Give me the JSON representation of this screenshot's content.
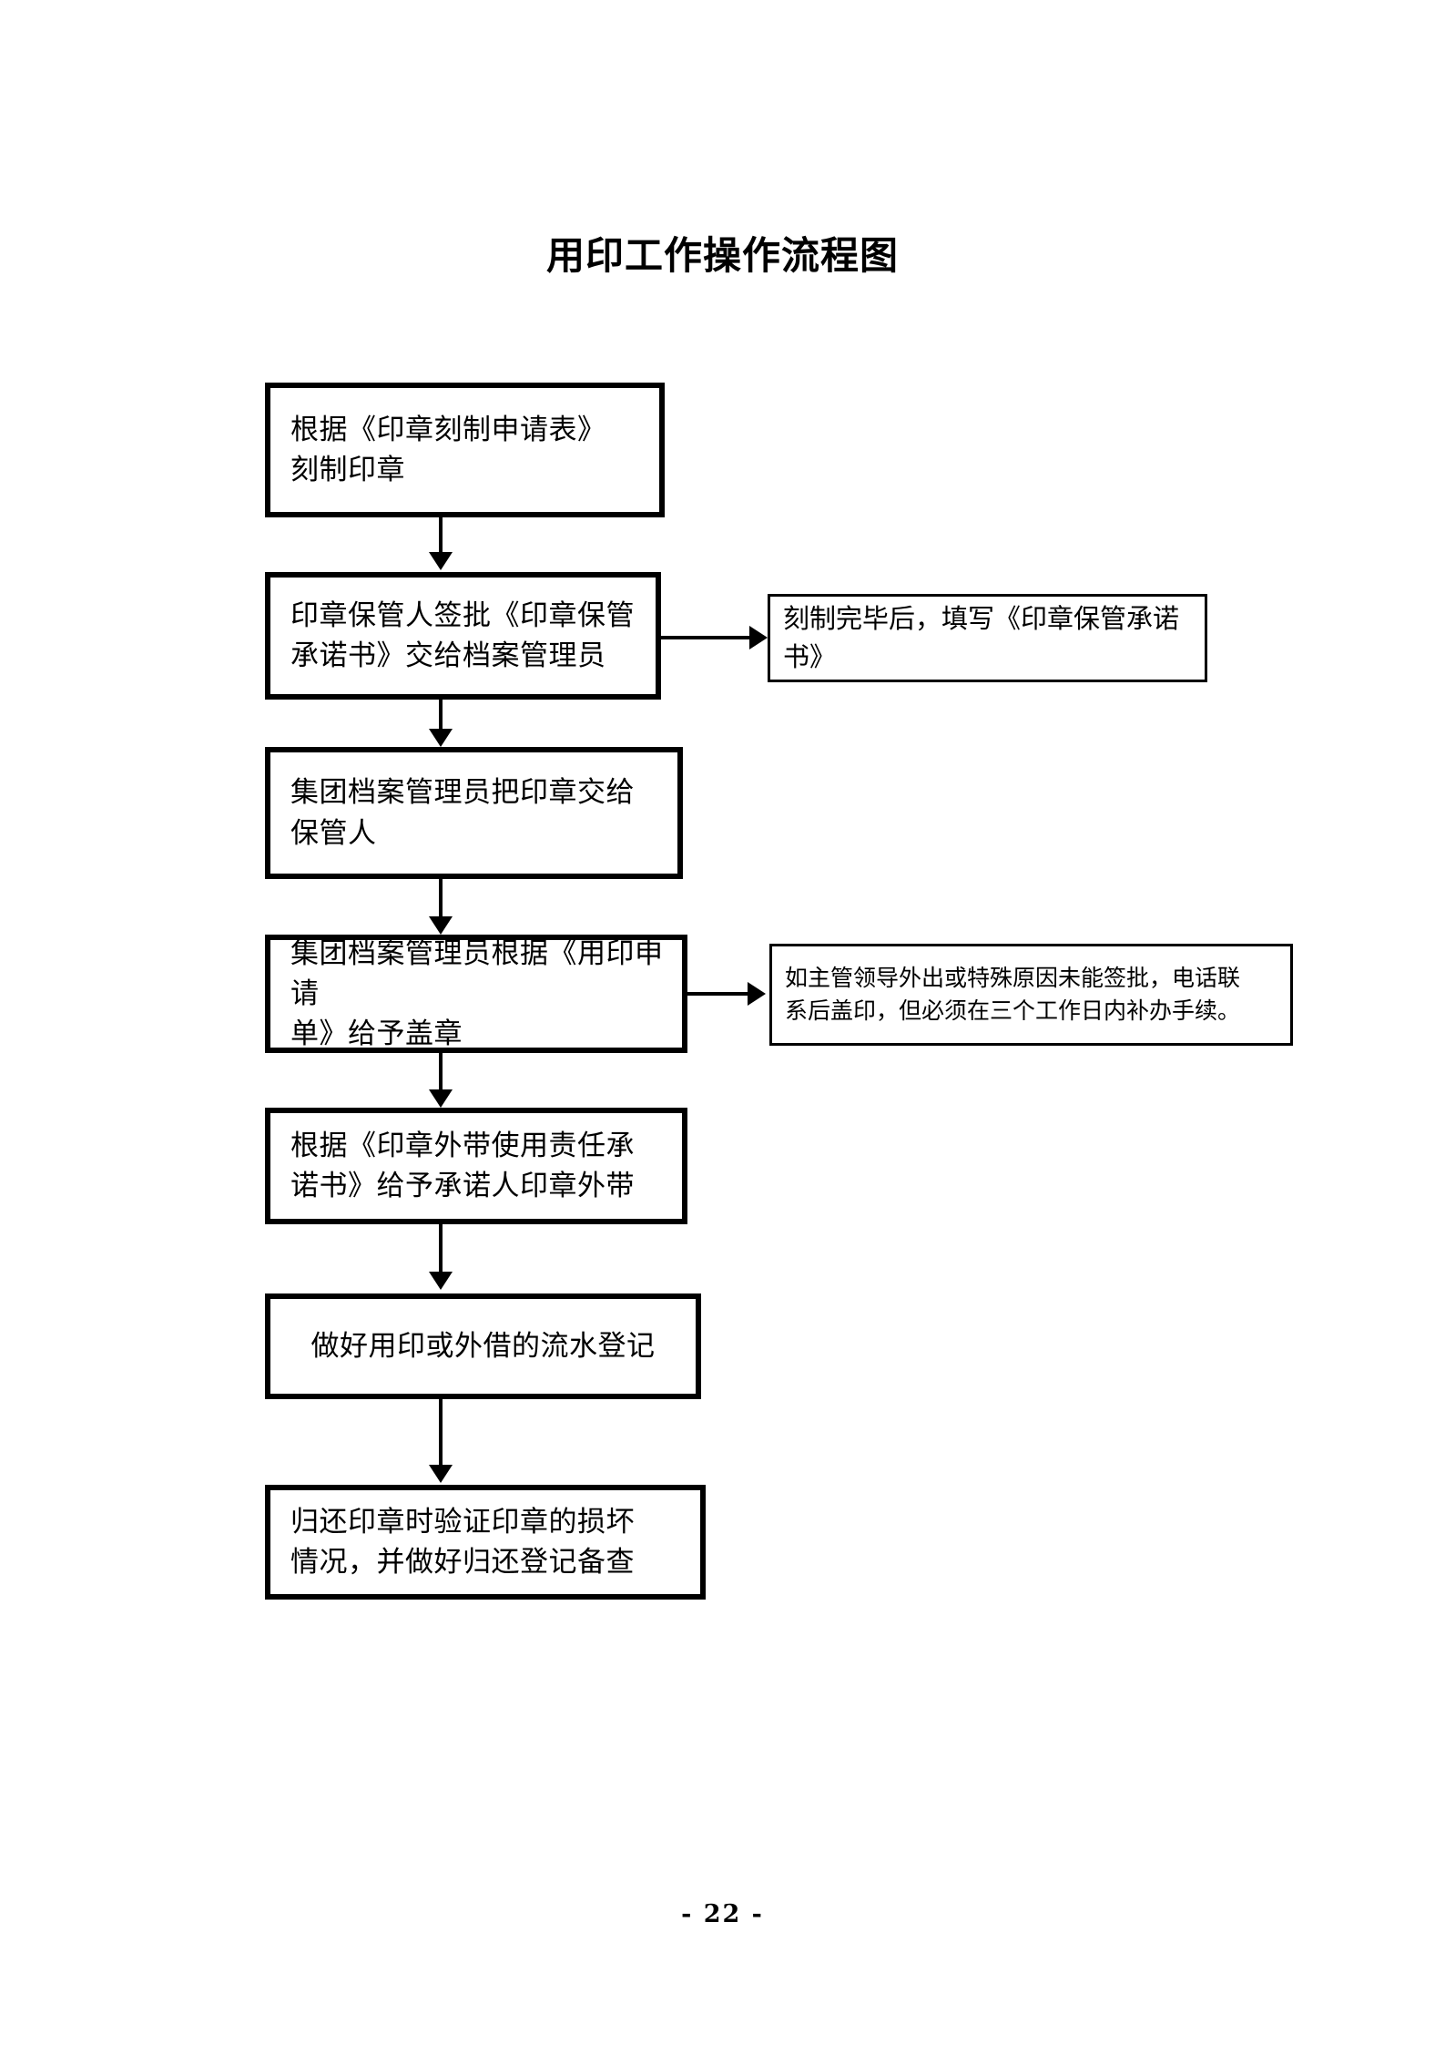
{
  "document": {
    "title": "用印工作操作流程图",
    "page_label": "- 22 -"
  },
  "flowchart": {
    "type": "flowchart",
    "orientation": "vertical",
    "colors": {
      "border": "#000000",
      "background": "#ffffff",
      "text": "#000000"
    },
    "steps": [
      {
        "id": "step-1",
        "lines": [
          "根据《印章刻制申请表》",
          "刻制印章"
        ],
        "text": "根据《印章刻制申请表》刻制印章"
      },
      {
        "id": "step-2",
        "lines": [
          "印章保管人签批《印章保管",
          "承诺书》交给档案管理员"
        ],
        "text": "印章保管人签批《印章保管承诺书》交给档案管理员"
      },
      {
        "id": "step-3",
        "lines": [
          "集团档案管理员把印章交给",
          "保管人"
        ],
        "text": "集团档案管理员把印章交给保管人"
      },
      {
        "id": "step-4",
        "lines": [
          "集团档案管理员根据《用印申请",
          "单》给予盖章"
        ],
        "text": "集团档案管理员根据《用印申请单》给予盖章"
      },
      {
        "id": "step-5",
        "lines": [
          "根据《印章外带使用责任承",
          "诺书》给予承诺人印章外带"
        ],
        "text": "根据《印章外带使用责任承诺书》给予承诺人印章外带"
      },
      {
        "id": "step-6",
        "lines": [
          "做好用印或外借的流水登记"
        ],
        "text": "做好用印或外借的流水登记"
      },
      {
        "id": "step-7",
        "lines": [
          "归还印章时验证印章的损坏",
          "情况，并做好归还登记备查"
        ],
        "text": "归还印章时验证印章的损坏情况，并做好归还登记备查"
      }
    ],
    "notes": [
      {
        "id": "note-1",
        "attached_to": "step-2",
        "lines": [
          "刻制完毕后，填写《印章保管承诺书》"
        ],
        "text": "刻制完毕后，填写《印章保管承诺书》"
      },
      {
        "id": "note-2",
        "attached_to": "step-4",
        "lines": [
          "如主管领导外出或特殊原因未能签批，电话联",
          "系后盖印，但必须在三个工作日内补办手续。"
        ],
        "text": "如主管领导外出或特殊原因未能签批，电话联系后盖印，但必须在三个工作日内补办手续。"
      }
    ],
    "connectors": [
      {
        "from": "step-1",
        "to": "step-2",
        "direction": "down"
      },
      {
        "from": "step-2",
        "to": "step-3",
        "direction": "down"
      },
      {
        "from": "step-2",
        "to": "note-1",
        "direction": "right"
      },
      {
        "from": "step-3",
        "to": "step-4",
        "direction": "down"
      },
      {
        "from": "step-4",
        "to": "note-2",
        "direction": "right"
      },
      {
        "from": "step-4",
        "to": "step-5",
        "direction": "down"
      },
      {
        "from": "step-5",
        "to": "step-6",
        "direction": "down"
      },
      {
        "from": "step-6",
        "to": "step-7",
        "direction": "down"
      }
    ]
  }
}
